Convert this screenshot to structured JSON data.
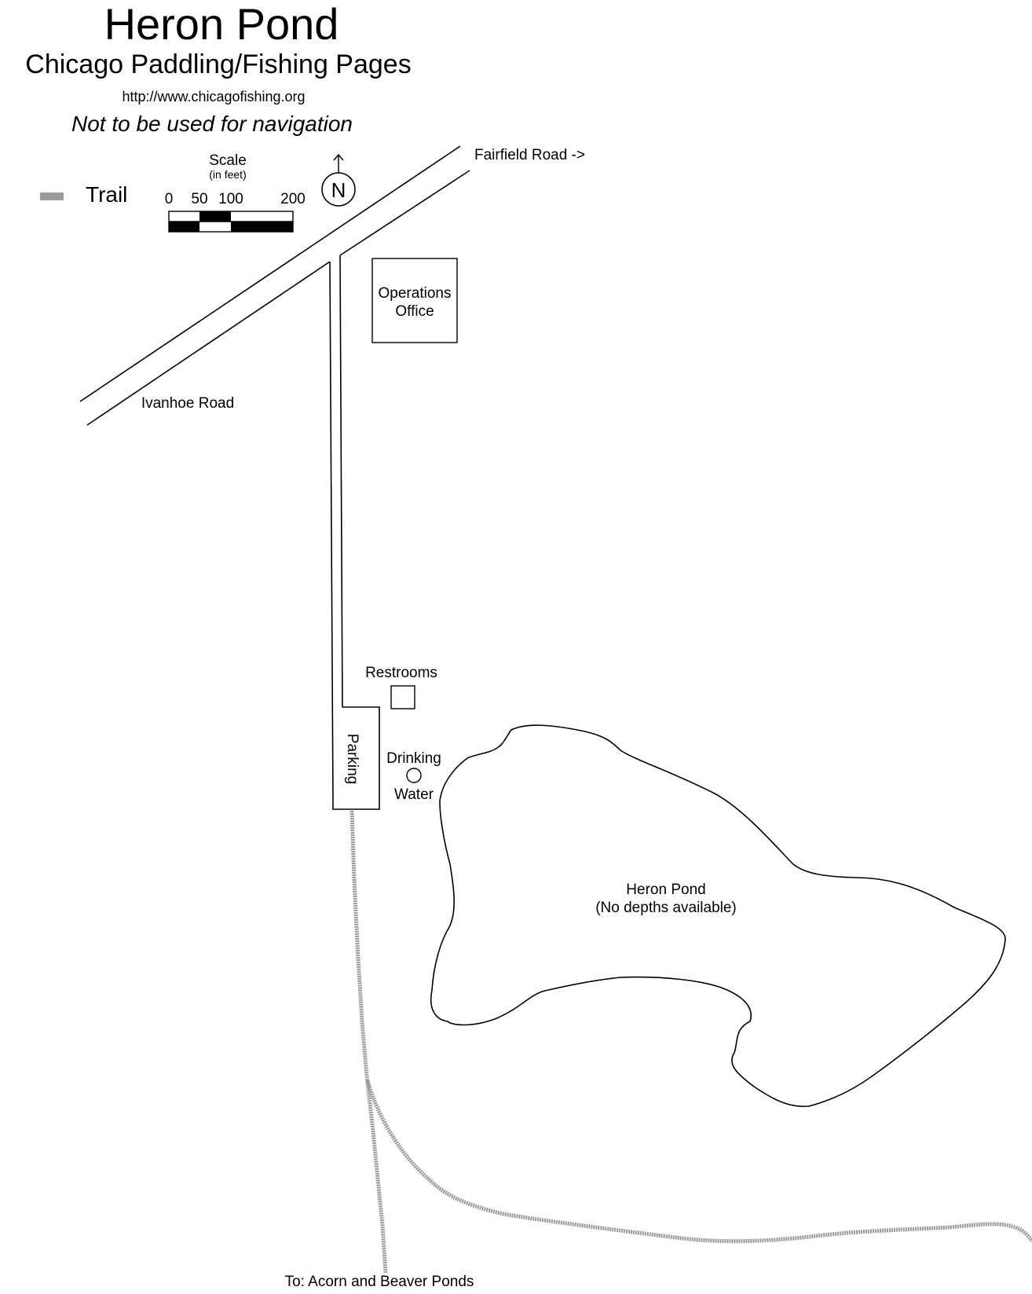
{
  "header": {
    "title": "Heron Pond",
    "subtitle": "Chicago Paddling/Fishing Pages",
    "url": "http://www.chicagofishing.org",
    "warning": "Not to be used for navigation"
  },
  "legend": {
    "trail_label": "Trail",
    "trail_color": "#9a9a9a"
  },
  "scale": {
    "title": "Scale",
    "unit": "(in feet)",
    "ticks": [
      "0",
      "50",
      "100",
      "200"
    ]
  },
  "north": {
    "label": "N",
    "icon": "north-arrow-icon"
  },
  "roads": {
    "fairfield": "Fairfield Road ->",
    "ivanhoe": "Ivanhoe Road"
  },
  "features": {
    "operations_line1": "Operations",
    "operations_line2": "Office",
    "restrooms": "Restrooms",
    "drinking_line1": "Drinking",
    "drinking_line2": "Water",
    "parking": "Parking",
    "pond_name": "Heron Pond",
    "pond_note": "(No depths available)",
    "trail_destination": "To: Acorn and Beaver Ponds"
  },
  "colors": {
    "ink": "#000000",
    "background": "#ffffff",
    "trail": "#9a9a9a"
  }
}
